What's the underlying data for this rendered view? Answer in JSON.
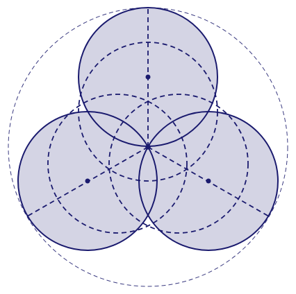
{
  "colors": {
    "stroke": "#1a1a6e",
    "fill": "#d4d4e4",
    "outer_stroke": "#3a3a80",
    "background": "#ffffff"
  },
  "diagram": {
    "shapes": [
      {
        "id": "outer-circle",
        "kind": "circle",
        "style": "thin-dashed"
      },
      {
        "id": "filled-circle-top",
        "kind": "circle",
        "style": "solid-filled"
      },
      {
        "id": "filled-circle-left",
        "kind": "circle",
        "style": "solid-filled"
      },
      {
        "id": "filled-circle-right",
        "kind": "circle",
        "style": "solid-filled"
      },
      {
        "id": "dashed-circle-top",
        "kind": "circle",
        "style": "dashed"
      },
      {
        "id": "dashed-circle-left",
        "kind": "circle",
        "style": "dashed"
      },
      {
        "id": "dashed-circle-right",
        "kind": "circle",
        "style": "dashed"
      },
      {
        "id": "radius-line-top",
        "kind": "line",
        "style": "dashed"
      },
      {
        "id": "radius-line-left",
        "kind": "line",
        "style": "dashed"
      },
      {
        "id": "radius-line-right",
        "kind": "line",
        "style": "dashed"
      },
      {
        "id": "center-point",
        "kind": "point"
      },
      {
        "id": "center-point-top",
        "kind": "point"
      },
      {
        "id": "center-point-left",
        "kind": "point"
      },
      {
        "id": "center-point-right",
        "kind": "point"
      }
    ]
  }
}
